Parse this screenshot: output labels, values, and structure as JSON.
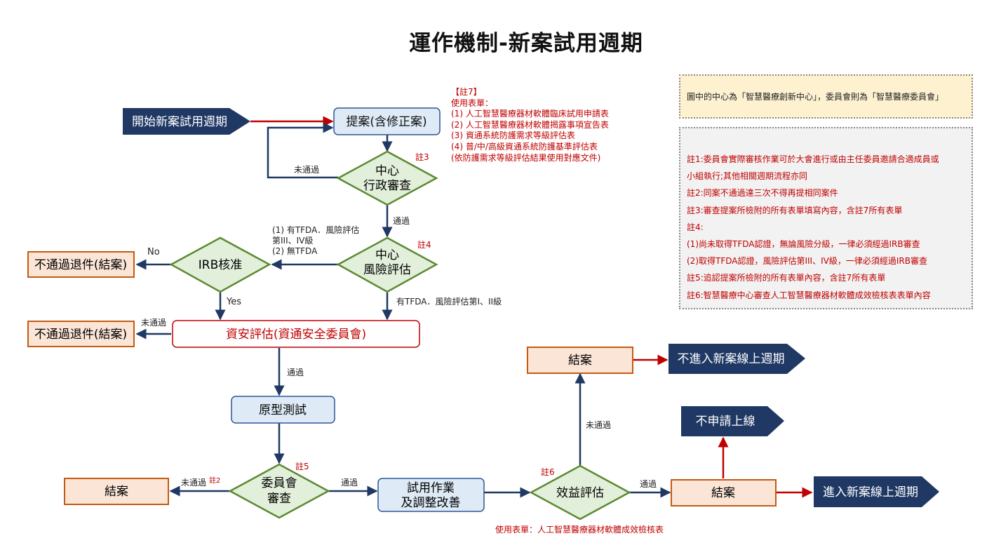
{
  "title": "運作機制-新案試用週期",
  "nodes": {
    "start": "開始新案試用週期",
    "proposal": "提案(含修正案)",
    "admin_review_1": "中心",
    "admin_review_2": "行政審查",
    "risk_eval_1": "中心",
    "risk_eval_2": "風險評估",
    "irb": "IRB核准",
    "reject_irb": "不通過退件(結案)",
    "security_eval": "資安評估(資通安全委員會)",
    "reject_security": "不通過退件(結案)",
    "prototype": "原型測試",
    "committee_1": "委員會",
    "committee_2": "審查",
    "close_committee": "結案",
    "trial_1": "試用作業",
    "trial_2": "及調整改善",
    "benefit": "效益評估",
    "close_fail": "結案",
    "close_pass": "結案",
    "no_online_cycle": "不進入新案線上週期",
    "no_apply_online": "不申請上線",
    "enter_online_cycle": "進入新案線上週期"
  },
  "edge_labels": {
    "admin_fail": "未通過",
    "admin_pass": "通過",
    "irb_no": "No",
    "irb_yes": "Yes",
    "risk_to_irb_1": "(1) 有TFDA．風險評估",
    "risk_to_irb_2": "第III、IV級",
    "risk_to_irb_3": "(2) 無TFDA",
    "risk_to_security": "有TFDA．風險評估第I、II級",
    "security_fail": "未通過",
    "security_pass": "通過",
    "committee_fail": "未通過",
    "committee_fail_note": "註2",
    "committee_pass": "通過",
    "benefit_fail": "未通過",
    "benefit_pass": "通過"
  },
  "note_refs": {
    "n3": "註3",
    "n4": "註4",
    "n5": "註5",
    "n6": "註6"
  },
  "form_notes": [
    "【註7】",
    "使用表單：",
    "(1) 人工智慧醫療器材軟體臨床試用申請表",
    "(2) 人工智慧醫療器材軟體揭露事項宣告表",
    "(3) 資通系統防護需求等級評估表",
    "(4) 普/中/高級資通系統防護基準評估表",
    "(依防護需求等級評估結果使用對應文件)"
  ],
  "center_note": "圖中的中心為「智慧醫療創新中心」，委員會則為「智慧醫療委員會」",
  "notes": [
    "註1:委員會實際審核作業可於大會進行或由主任委員邀請合適成員或",
    "小組執行;其他相關週期流程亦同",
    "註2:同案不通過達三次不得再提相同案件",
    "註3:審查提案所檢附的所有表單填寫內容，含註7所有表單",
    "註4:",
    "(1)尚未取得TFDA認證，無論風險分級，一律必須經過IRB審查",
    "(2)取得TFDA認證，風險評估第III、IV級，一律必須經過IRB審查",
    "註5:追認提案所檢附的所有表單內容，含註7所有表單",
    "註6:智慧醫療中心審查人工智慧醫療器材軟體成效檢核表表單內容"
  ],
  "bottom_form": "使用表單：人工智慧醫療器材軟體成效檢核表",
  "colors": {
    "navy": "#1f3864",
    "diamond_fill": "#e2efda",
    "diamond_stroke": "#5b8a32",
    "blue_box_fill": "#deebf7",
    "blue_box_stroke": "#2f5597",
    "orange_fill": "#fbe5d6",
    "orange_stroke": "#c55a11",
    "red": "#c00000"
  }
}
